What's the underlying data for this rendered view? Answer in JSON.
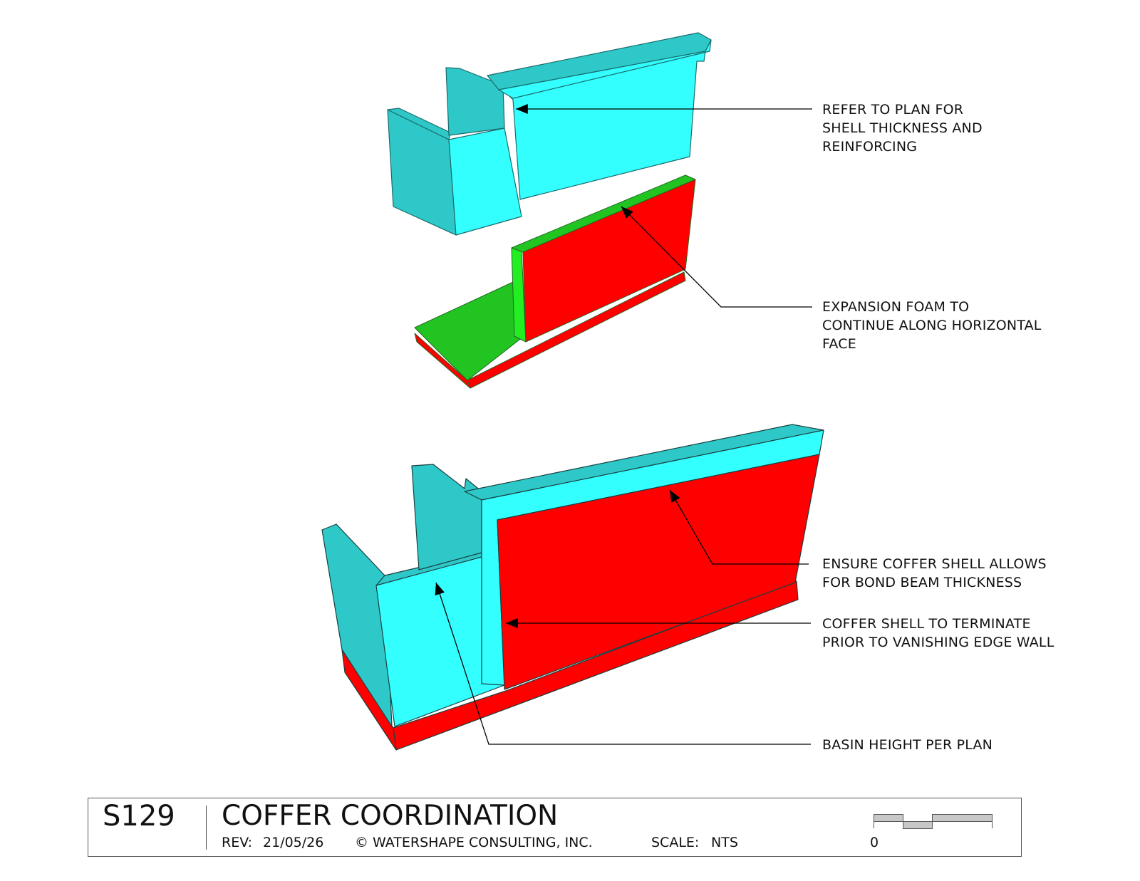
{
  "notes": {
    "shell_thickness": [
      "REFER TO PLAN FOR",
      "SHELL THICKNESS AND",
      "REINFORCING"
    ],
    "expansion_foam": [
      "EXPANSION FOAM TO",
      "CONTINUE ALONG HORIZONTAL",
      "FACE"
    ],
    "bond_beam": [
      "ENSURE COFFER SHELL ALLOWS",
      "FOR BOND BEAM THICKNESS"
    ],
    "terminate": [
      "COFFER SHELL TO TERMINATE",
      "PRIOR TO VANISHING EDGE WALL"
    ],
    "basin_height": [
      "BASIN HEIGHT PER PLAN"
    ]
  },
  "title_block": {
    "sheet_number": "S129",
    "title": "COFFER COORDINATION",
    "rev_label": "REV:",
    "rev_value": "21/05/26",
    "copyright": "© WATERSHAPE CONSULTING, INC.",
    "scale_label": "SCALE:",
    "scale_value": "NTS",
    "scale_zero": "0"
  },
  "colors": {
    "coffer_shell_face": "#33ffff",
    "coffer_shell_side": "#2ec8c8",
    "concrete_wall": "#ff0000",
    "expansion_foam": "#22c422",
    "scale_bar_fill": "#c8c8c8"
  }
}
